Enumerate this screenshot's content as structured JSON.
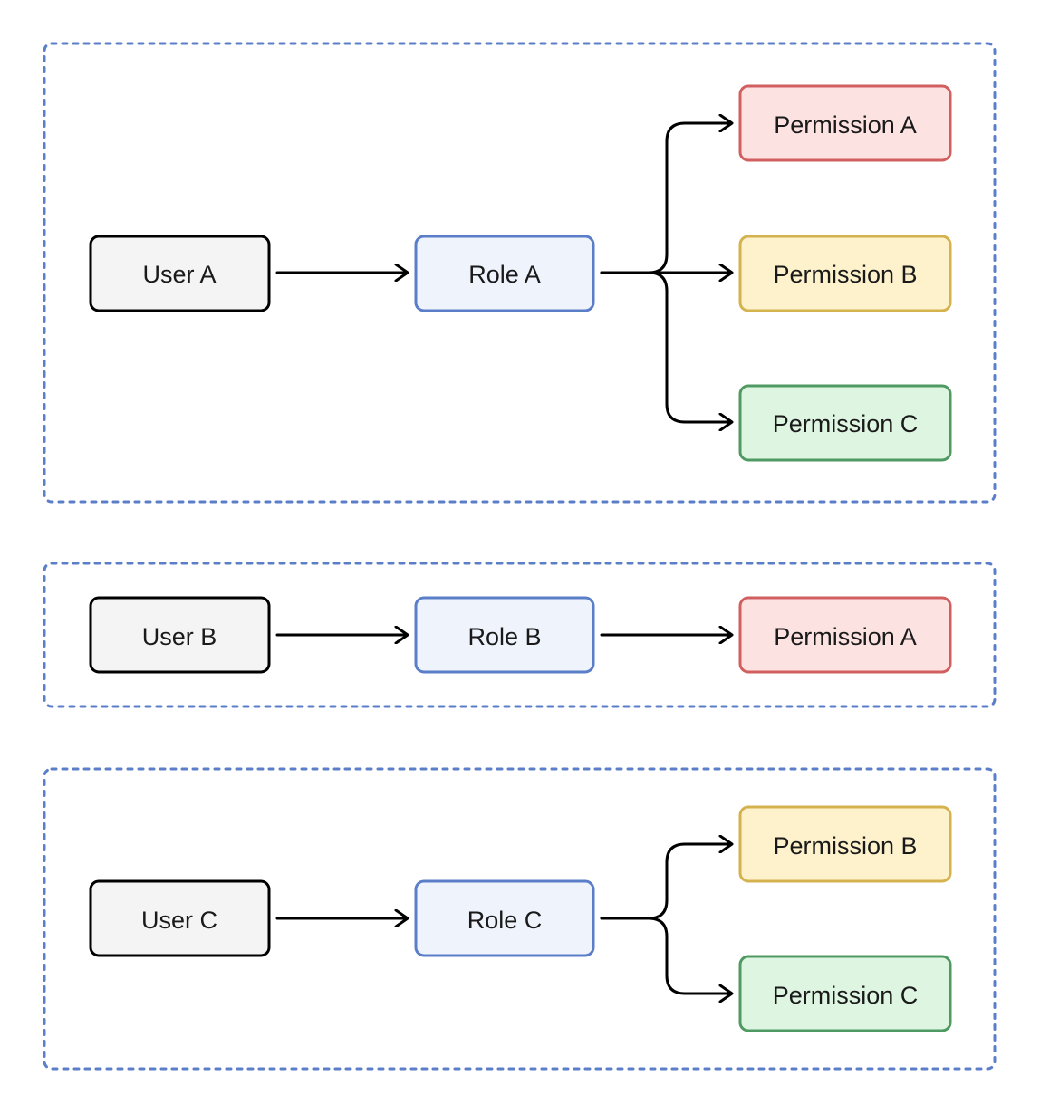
{
  "colors": {
    "frame": "#5b7ec9",
    "connector": "#000000",
    "user_fill": "#f4f4f4",
    "user_stroke": "#000000",
    "role_fill": "#eef3fc",
    "role_stroke": "#5b7ec9",
    "perm_a_fill": "#fde2e2",
    "perm_a_stroke": "#d25f5f",
    "perm_b_fill": "#fdf2cc",
    "perm_b_stroke": "#d4b24e",
    "perm_c_fill": "#def5e2",
    "perm_c_stroke": "#4f9a62"
  },
  "groups": [
    {
      "user": "User A",
      "role": "Role A",
      "permissions": [
        "Permission A",
        "Permission B",
        "Permission C"
      ]
    },
    {
      "user": "User B",
      "role": "Role B",
      "permissions": [
        "Permission A"
      ]
    },
    {
      "user": "User C",
      "role": "Role C",
      "permissions": [
        "Permission B",
        "Permission C"
      ]
    }
  ]
}
